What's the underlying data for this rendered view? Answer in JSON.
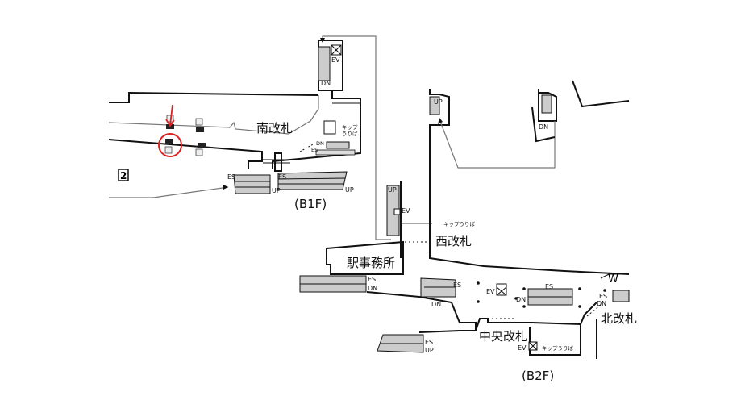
{
  "floors": {
    "b1f": "(B1F)",
    "b2f": "(B2F)"
  },
  "gates": {
    "south": "南改札",
    "west": "西改札",
    "central": "中央改札",
    "north": "北改札"
  },
  "rooms": {
    "station_office": "駅事務所",
    "toilet": "W"
  },
  "exit_number": "2",
  "labels": {
    "es": "ES",
    "up": "UP",
    "dn": "DN",
    "ev": "EV",
    "ticket_sales": "キップうりば",
    "ticket_sales_top": "キップ",
    "ticket_sales_bottom": "うりば"
  },
  "highlight": {
    "color": "#e02020",
    "marker": "red-circle-with-arrow"
  }
}
